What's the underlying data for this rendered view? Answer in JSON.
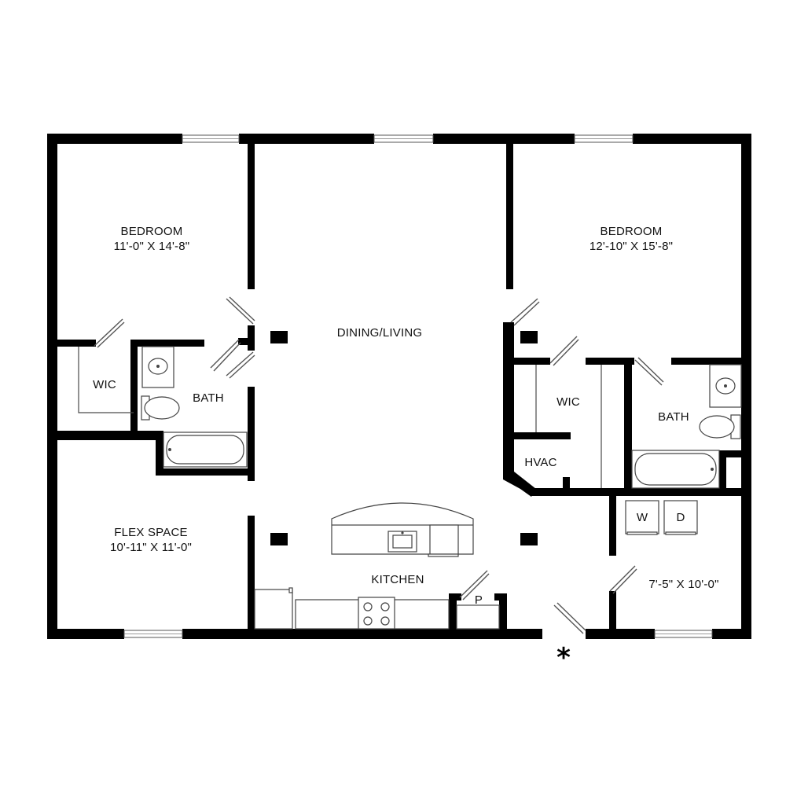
{
  "rooms": {
    "bedroom_left": {
      "name": "BEDROOM",
      "size": "11'-0\" X 14'-8\""
    },
    "bedroom_right": {
      "name": "BEDROOM",
      "size": "12'-10\" X 15'-8\""
    },
    "dining_living": {
      "name": "DINING/LIVING"
    },
    "wic_left": {
      "name": "WIC"
    },
    "bath_left": {
      "name": "BATH"
    },
    "wic_right": {
      "name": "WIC"
    },
    "bath_right": {
      "name": "BATH"
    },
    "hvac": {
      "name": "HVAC"
    },
    "flex_space": {
      "name": "FLEX SPACE",
      "size": "10'-11\" X 11'-0\""
    },
    "kitchen": {
      "name": "KITCHEN"
    },
    "pantry": {
      "name": "P"
    },
    "washer": {
      "name": "W"
    },
    "dryer": {
      "name": "D"
    },
    "laundry_room": {
      "size": "7'-5\" X 10'-0\""
    }
  },
  "entry_marker": "*",
  "colors": {
    "wall": "#000000",
    "fixture_line": "#444444",
    "background": "#ffffff"
  }
}
